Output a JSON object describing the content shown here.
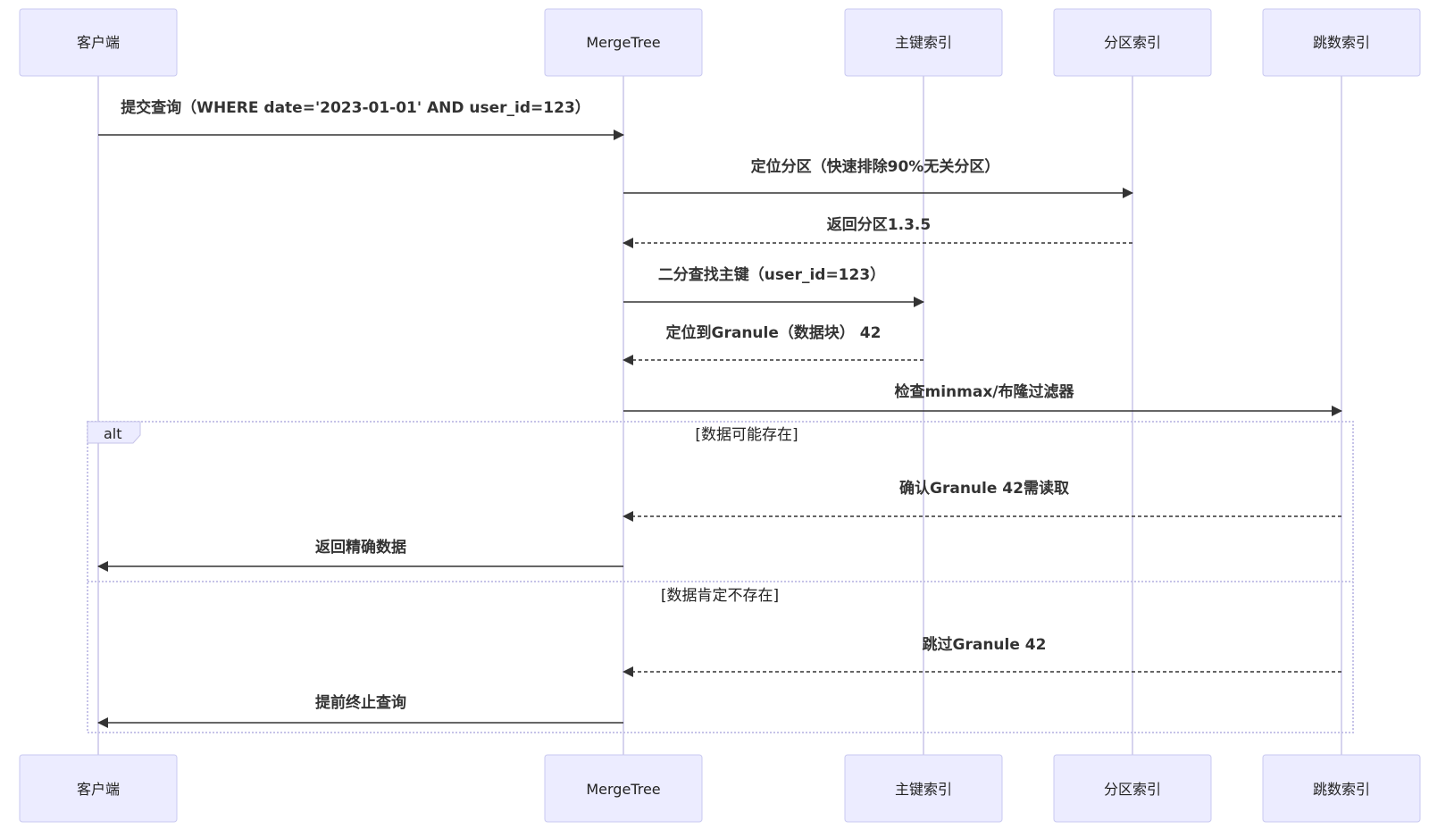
{
  "participants": [
    {
      "id": "client",
      "label": "客户端"
    },
    {
      "id": "mergetree",
      "label": "MergeTree"
    },
    {
      "id": "primary_index",
      "label": "主键索引"
    },
    {
      "id": "partition_index",
      "label": "分区索引"
    },
    {
      "id": "skip_index",
      "label": "跳数索引"
    }
  ],
  "messages": [
    {
      "from": "client",
      "to": "mergetree",
      "text": "提交查询（WHERE date='2023-01-01' AND user_id=123）",
      "style": "solid"
    },
    {
      "from": "mergetree",
      "to": "partition_index",
      "text": "定位分区（快速排除90%无关分区）",
      "style": "solid"
    },
    {
      "from": "partition_index",
      "to": "mergetree",
      "text": "返回分区1.3.5",
      "style": "dashed"
    },
    {
      "from": "mergetree",
      "to": "primary_index",
      "text": "二分查找主键（user_id=123）",
      "style": "solid"
    },
    {
      "from": "primary_index",
      "to": "mergetree",
      "text": "定位到Granule（数据块） 42",
      "style": "dashed"
    },
    {
      "from": "mergetree",
      "to": "skip_index",
      "text": "检查minmax/布隆过滤器",
      "style": "solid"
    },
    {
      "from": "skip_index",
      "to": "mergetree",
      "text": "确认Granule 42需读取",
      "style": "dashed"
    },
    {
      "from": "mergetree",
      "to": "client",
      "text": "返回精确数据",
      "style": "solid"
    },
    {
      "from": "skip_index",
      "to": "mergetree",
      "text": "跳过Granule 42",
      "style": "dashed"
    },
    {
      "from": "mergetree",
      "to": "client",
      "text": "提前终止查询",
      "style": "solid"
    }
  ],
  "alt_block": {
    "type": "alt",
    "sections": [
      {
        "condition": "[数据可能存在]"
      },
      {
        "condition": "[数据肯定不存在]"
      }
    ]
  }
}
